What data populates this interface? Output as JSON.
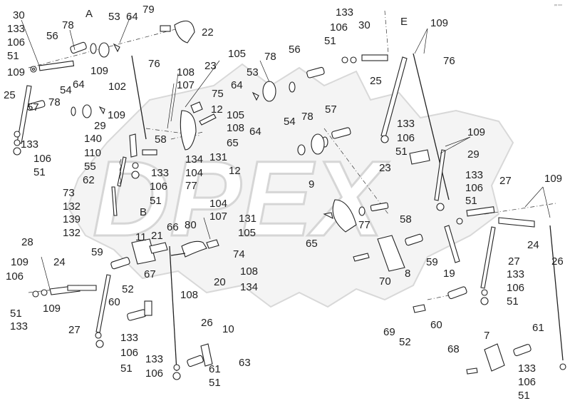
{
  "views": {
    "A": "A",
    "B": "B",
    "E": "E"
  },
  "watermark": "DPEX",
  "corner_code": "ᵖᵖ ᵒᵒᵒ",
  "labels": {
    "n30a": "30",
    "n133a": "133",
    "n106a": "106",
    "n51a": "51",
    "n109a": "109",
    "n25a": "25",
    "n56a": "56",
    "n78a": "78",
    "n53a": "53",
    "n64a": "64",
    "n79": "79",
    "n22": "22",
    "n109b": "109",
    "n76a": "76",
    "n54a": "54",
    "n64b": "64",
    "n102": "102",
    "n57a": "57",
    "n78b": "78",
    "n109c": "109",
    "n29a": "29",
    "n140": "140",
    "n110": "110",
    "n55": "55",
    "n62": "62",
    "n58a": "58",
    "n133b": "133",
    "n106b": "106",
    "n51b": "51",
    "n133c": "133",
    "n106c": "106",
    "n51c": "51",
    "n73": "73",
    "n132a": "132",
    "n139": "139",
    "n132b": "132",
    "n105a": "105",
    "n108a": "108",
    "n107a": "107",
    "n23a": "23",
    "n75": "75",
    "n12a": "12",
    "n105b": "105",
    "n108b": "108",
    "n65a": "65",
    "n131a": "131",
    "n134a": "134",
    "n104a": "104",
    "n77a": "77",
    "n12b": "12",
    "n78c": "78",
    "n56b": "56",
    "n53b": "53",
    "n64c": "64",
    "n54b": "54",
    "n78d": "78",
    "n57b": "57",
    "n64d": "64",
    "n9": "9",
    "n65b": "65",
    "n77b": "77",
    "n58b": "58",
    "n104b": "104",
    "n107b": "107",
    "n131b": "131",
    "n105c": "105",
    "n74": "74",
    "n108c": "108",
    "n134b": "134",
    "n20": "20",
    "n108d": "108",
    "n80": "80",
    "n66": "66",
    "n11": "11",
    "n21": "21",
    "n59a": "59",
    "n67": "67",
    "n52a": "52",
    "n60a": "60",
    "n28": "28",
    "n109d": "109",
    "n24a": "24",
    "n106d": "106",
    "n51d": "51",
    "n133d": "133",
    "n109e": "109",
    "n27a": "27",
    "n133e": "133",
    "n106e": "106",
    "n51e": "51",
    "n26a": "26",
    "n10": "10",
    "n63": "63",
    "n133f": "133",
    "n106f": "106",
    "n61a": "61",
    "n51f": "51",
    "n133g": "133",
    "n106g": "106",
    "n30b": "30",
    "n51g": "51",
    "n109f": "109",
    "n76b": "76",
    "n25b": "25",
    "n133h": "133",
    "n106h": "106",
    "n51h": "51",
    "n23b": "23",
    "n109g": "109",
    "n29b": "29",
    "n133i": "133",
    "n106i": "106",
    "n51i": "51",
    "n27b": "27",
    "n109h": "109",
    "n24b": "24",
    "n26b": "26",
    "n27c": "27",
    "n19": "19",
    "n59b": "59",
    "n8": "8",
    "n70": "70",
    "n133j": "133",
    "n106j": "106",
    "n51j": "51",
    "n60b": "60",
    "n69": "69",
    "n52b": "52",
    "n7": "7",
    "n68": "68",
    "n61b": "61",
    "n133k": "133",
    "n106k": "106",
    "n51k": "51"
  }
}
